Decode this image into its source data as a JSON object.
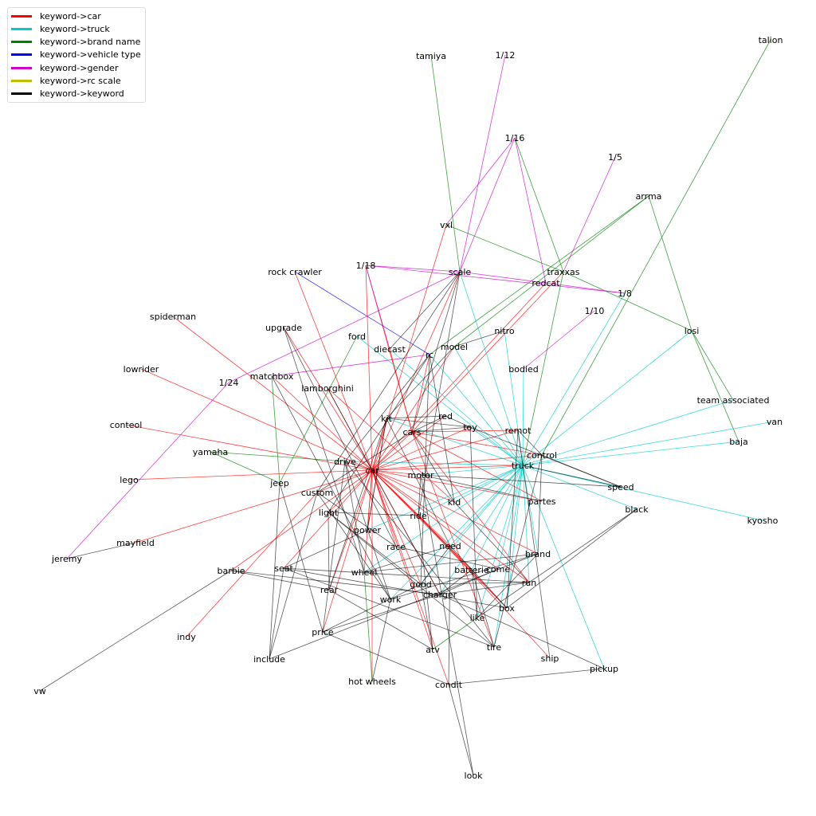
{
  "legend": [
    {
      "key": "car",
      "label": "keyword->car",
      "color": "#ff0000"
    },
    {
      "key": "truck",
      "label": "keyword->truck",
      "color": "#00cccc"
    },
    {
      "key": "brand",
      "label": "keyword->brand name",
      "color": "#008000"
    },
    {
      "key": "vtype",
      "label": "keyword->vehicle type",
      "color": "#0000ff"
    },
    {
      "key": "gender",
      "label": "keyword->gender",
      "color": "#cc00cc"
    },
    {
      "key": "scale",
      "label": "keyword->rc scale",
      "color": "#bfbf00"
    },
    {
      "key": "kw",
      "label": "keyword->keyword",
      "color": "#000000"
    }
  ],
  "nodes": [
    "car",
    "truck",
    "cars",
    "kit",
    "red",
    "toy",
    "remot",
    "control",
    "drive",
    "motor",
    "custom",
    "jeep",
    "light",
    "kid",
    "ride",
    "power",
    "race",
    "need",
    "brand",
    "wheel",
    "batterie",
    "come",
    "run",
    "good",
    "charger",
    "work",
    "rear",
    "seat",
    "barbie",
    "box",
    "like",
    "price",
    "tire",
    "atv",
    "ship",
    "include",
    "hot wheels",
    "condit",
    "pickup",
    "look",
    "vw",
    "indy",
    "mayfield",
    "jeremy",
    "lego",
    "conteol",
    "yamaha",
    "lowrider",
    "spiderman",
    "1/24",
    "matchbox",
    "lamborghini",
    "upgrade",
    "ford",
    "diecast",
    "rc",
    "model",
    "rock crawler",
    "1/18",
    "scale",
    "vxl",
    "tamiya",
    "1/12",
    "1/16",
    "1/5",
    "arrma",
    "talion",
    "traxxas",
    "redcat",
    "1/8",
    "1/10",
    "nitro",
    "bodied",
    "losi",
    "team associated",
    "van",
    "baja",
    "speed",
    "black",
    "partes",
    "kyosho"
  ],
  "edges": [
    [
      "rock crawler",
      "car",
      "car"
    ],
    [
      "spiderman",
      "car",
      "car"
    ],
    [
      "lowrider",
      "car",
      "car"
    ],
    [
      "conteol",
      "car",
      "car"
    ],
    [
      "lego",
      "car",
      "car"
    ],
    [
      "mayfield",
      "car",
      "car"
    ],
    [
      "indy",
      "custom",
      "car"
    ],
    [
      "1/18",
      "car",
      "car"
    ],
    [
      "vxl",
      "car",
      "car"
    ],
    [
      "redcat",
      "car",
      "car"
    ],
    [
      "traxxas",
      "cars",
      "car"
    ],
    [
      "model",
      "car",
      "car"
    ],
    [
      "matchbox",
      "car",
      "car"
    ],
    [
      "lamborghini",
      "car",
      "car"
    ],
    [
      "barbie",
      "car",
      "car"
    ],
    [
      "kit",
      "car",
      "car"
    ],
    [
      "cars",
      "car",
      "car"
    ],
    [
      "red",
      "car",
      "car"
    ],
    [
      "toy",
      "car",
      "car"
    ],
    [
      "remot",
      "car",
      "car"
    ],
    [
      "drive",
      "car",
      "car"
    ],
    [
      "motor",
      "car",
      "car"
    ],
    [
      "custom",
      "car",
      "car"
    ],
    [
      "light",
      "car",
      "car"
    ],
    [
      "kid",
      "car",
      "car"
    ],
    [
      "ride",
      "car",
      "car"
    ],
    [
      "power",
      "car",
      "car"
    ],
    [
      "race",
      "car",
      "car"
    ],
    [
      "need",
      "car",
      "car"
    ],
    [
      "wheel",
      "car",
      "car"
    ],
    [
      "batterie",
      "car",
      "car"
    ],
    [
      "run",
      "car",
      "car"
    ],
    [
      "rear",
      "car",
      "car"
    ],
    [
      "price",
      "car",
      "car"
    ],
    [
      "atv",
      "car",
      "car"
    ],
    [
      "condit",
      "car",
      "car"
    ],
    [
      "box",
      "car",
      "car"
    ],
    [
      "ship",
      "ride",
      "car"
    ],
    [
      "come",
      "car",
      "car"
    ],
    [
      "partes",
      "car",
      "car"
    ],
    [
      "hot wheels",
      "car",
      "car"
    ],
    [
      "control",
      "car",
      "car"
    ],
    [
      "truck",
      "car",
      "car"
    ],
    [
      "brand",
      "car",
      "car"
    ],
    [
      "scale",
      "car",
      "car"
    ],
    [
      "1/18",
      "cars",
      "car"
    ],
    [
      "cars",
      "control",
      "car"
    ],
    [
      "cars",
      "partes",
      "car"
    ],
    [
      "cars",
      "run",
      "car"
    ],
    [
      "cars",
      "tire",
      "car"
    ],
    [
      "kit",
      "power",
      "car"
    ],
    [
      "diecast",
      "cars",
      "car"
    ],
    [
      "rc",
      "cars",
      "car"
    ],
    [
      "cars",
      "remot",
      "car"
    ],
    [
      "ride",
      "box",
      "car"
    ],
    [
      "ride",
      "batterie",
      "car"
    ],
    [
      "lamborghini",
      "kid",
      "car"
    ],
    [
      "upgrade",
      "car",
      "car"
    ],
    [
      "seat",
      "car",
      "car"
    ],
    [
      "good",
      "car",
      "car"
    ],
    [
      "charger",
      "car",
      "car"
    ],
    [
      "truck",
      "losi",
      "truck"
    ],
    [
      "truck",
      "team associated",
      "truck"
    ],
    [
      "truck",
      "van",
      "truck"
    ],
    [
      "truck",
      "baja",
      "truck"
    ],
    [
      "truck",
      "kyosho",
      "truck"
    ],
    [
      "truck",
      "1/8",
      "truck"
    ],
    [
      "truck",
      "speed",
      "truck"
    ],
    [
      "truck",
      "black",
      "truck"
    ],
    [
      "truck",
      "pickup",
      "truck"
    ],
    [
      "truck",
      "scale",
      "truck"
    ],
    [
      "truck",
      "diecast",
      "truck"
    ],
    [
      "truck",
      "nitro",
      "truck"
    ],
    [
      "truck",
      "bodied",
      "truck"
    ],
    [
      "truck",
      "kit",
      "truck"
    ],
    [
      "truck",
      "toy",
      "truck"
    ],
    [
      "truck",
      "ride",
      "truck"
    ],
    [
      "truck",
      "need",
      "truck"
    ],
    [
      "truck",
      "kid",
      "truck"
    ],
    [
      "truck",
      "power",
      "truck"
    ],
    [
      "truck",
      "wheel",
      "truck"
    ],
    [
      "truck",
      "work",
      "truck"
    ],
    [
      "truck",
      "good",
      "truck"
    ],
    [
      "truck",
      "charger",
      "truck"
    ],
    [
      "truck",
      "like",
      "truck"
    ],
    [
      "truck",
      "box",
      "truck"
    ],
    [
      "truck",
      "tire",
      "truck"
    ],
    [
      "truck",
      "come",
      "truck"
    ],
    [
      "truck",
      "batterie",
      "truck"
    ],
    [
      "truck",
      "remot",
      "truck"
    ],
    [
      "truck",
      "drive",
      "truck"
    ],
    [
      "truck",
      "rc",
      "truck"
    ],
    [
      "truck",
      "motor",
      "truck"
    ],
    [
      "truck",
      "run",
      "truck"
    ],
    [
      "truck",
      "brand",
      "truck"
    ],
    [
      "ford",
      "truck",
      "truck"
    ],
    [
      "model",
      "truck",
      "truck"
    ],
    [
      "tamiya",
      "scale",
      "brand"
    ],
    [
      "talion",
      "control",
      "brand"
    ],
    [
      "arrma",
      "losi",
      "brand"
    ],
    [
      "arrma",
      "model",
      "brand"
    ],
    [
      "arrma",
      "rc",
      "brand"
    ],
    [
      "traxxas",
      "1/16",
      "brand"
    ],
    [
      "traxxas",
      "losi",
      "brand"
    ],
    [
      "vxl",
      "traxxas",
      "brand"
    ],
    [
      "traxxas",
      "truck",
      "brand"
    ],
    [
      "losi",
      "team associated",
      "brand"
    ],
    [
      "losi",
      "baja",
      "brand"
    ],
    [
      "ford",
      "jeep",
      "brand"
    ],
    [
      "yamaha",
      "drive",
      "brand"
    ],
    [
      "yamaha",
      "jeep",
      "brand"
    ],
    [
      "hot wheels",
      "wheel",
      "brand"
    ],
    [
      "atv",
      "like",
      "brand"
    ],
    [
      "matchbox",
      "jeep",
      "brand"
    ],
    [
      "rock crawler",
      "rc",
      "vtype"
    ],
    [
      "1/12",
      "scale",
      "gender"
    ],
    [
      "1/16",
      "scale",
      "gender"
    ],
    [
      "1/16",
      "vxl",
      "gender"
    ],
    [
      "1/5",
      "traxxas",
      "gender"
    ],
    [
      "1/18",
      "scale",
      "gender"
    ],
    [
      "1/18",
      "diecast",
      "gender"
    ],
    [
      "1/18",
      "1/8",
      "gender"
    ],
    [
      "scale",
      "1/24",
      "gender"
    ],
    [
      "1/24",
      "jeremy",
      "gender"
    ],
    [
      "1/10",
      "bodied",
      "gender"
    ],
    [
      "scale",
      "1/8",
      "gender"
    ],
    [
      "matchbox",
      "rc",
      "gender"
    ],
    [
      "1/16",
      "redcat",
      "gender"
    ],
    [
      "jeremy",
      "mayfield",
      "kw"
    ],
    [
      "vw",
      "barbie",
      "kw"
    ],
    [
      "barbie",
      "charger",
      "kw"
    ],
    [
      "barbie",
      "rear",
      "kw"
    ],
    [
      "seat",
      "run",
      "kw"
    ],
    [
      "seat",
      "box",
      "kw"
    ],
    [
      "include",
      "custom",
      "kw"
    ],
    [
      "include",
      "seat",
      "kw"
    ],
    [
      "include",
      "brand",
      "kw"
    ],
    [
      "price",
      "drive",
      "kw"
    ],
    [
      "price",
      "charger",
      "kw"
    ],
    [
      "price",
      "good",
      "kw"
    ],
    [
      "condit",
      "look",
      "kw"
    ],
    [
      "condit",
      "pickup",
      "kw"
    ],
    [
      "condit",
      "price",
      "kw"
    ],
    [
      "condit",
      "need",
      "kw"
    ],
    [
      "look",
      "motor",
      "kw"
    ],
    [
      "tire",
      "light",
      "kw"
    ],
    [
      "tire",
      "batterie",
      "kw"
    ],
    [
      "atv",
      "ride",
      "kw"
    ],
    [
      "atv",
      "good",
      "kw"
    ],
    [
      "like",
      "toy",
      "kw"
    ],
    [
      "like",
      "brand",
      "kw"
    ],
    [
      "box",
      "remot",
      "kw"
    ],
    [
      "box",
      "black",
      "kw"
    ],
    [
      "box",
      "need",
      "kw"
    ],
    [
      "pickup",
      "charger",
      "kw"
    ],
    [
      "run",
      "good",
      "kw"
    ],
    [
      "run",
      "kid",
      "kw"
    ],
    [
      "run",
      "charger",
      "kw"
    ],
    [
      "brand",
      "wheel",
      "kw"
    ],
    [
      "brand",
      "work",
      "kw"
    ],
    [
      "brand",
      "control",
      "kw"
    ],
    [
      "come",
      "charger",
      "kw"
    ],
    [
      "come",
      "race",
      "kw"
    ],
    [
      "good",
      "light",
      "kw"
    ],
    [
      "good",
      "need",
      "kw"
    ],
    [
      "work",
      "custom",
      "kw"
    ],
    [
      "work",
      "drive",
      "kw"
    ],
    [
      "rear",
      "light",
      "kw"
    ],
    [
      "rear",
      "kit",
      "kw"
    ],
    [
      "wheel",
      "drive",
      "kw"
    ],
    [
      "wheel",
      "need",
      "kw"
    ],
    [
      "race",
      "custom",
      "kw"
    ],
    [
      "race",
      "upgrade",
      "kw"
    ],
    [
      "power",
      "kit",
      "kw"
    ],
    [
      "power",
      "seat",
      "kw"
    ],
    [
      "ride",
      "motor",
      "kw"
    ],
    [
      "ride",
      "light",
      "kw"
    ],
    [
      "need",
      "kit",
      "kw"
    ],
    [
      "kid",
      "cars",
      "kw"
    ],
    [
      "kid",
      "rc",
      "kw"
    ],
    [
      "motor",
      "speed",
      "kw"
    ],
    [
      "motor",
      "partes",
      "kw"
    ],
    [
      "custom",
      "cars",
      "kw"
    ],
    [
      "custom",
      "scale",
      "kw"
    ],
    [
      "jeep",
      "price",
      "kw"
    ],
    [
      "jeep",
      "include",
      "kw"
    ],
    [
      "drive",
      "rc",
      "kw"
    ],
    [
      "kit",
      "red",
      "kw"
    ],
    [
      "cars",
      "red",
      "kw"
    ],
    [
      "cars",
      "toy",
      "kw"
    ],
    [
      "kit",
      "toy",
      "kw"
    ],
    [
      "red",
      "toy",
      "kw"
    ],
    [
      "toy",
      "speed",
      "kw"
    ],
    [
      "remot",
      "control",
      "kw"
    ],
    [
      "remot",
      "ship",
      "kw"
    ],
    [
      "control",
      "speed",
      "kw"
    ],
    [
      "control",
      "tire",
      "kw"
    ],
    [
      "truck",
      "speed",
      "kw"
    ],
    [
      "black",
      "like",
      "kw"
    ],
    [
      "upgrade",
      "wheel",
      "kw"
    ],
    [
      "lamborghini",
      "charger",
      "kw"
    ],
    [
      "scale",
      "cars",
      "kw"
    ],
    [
      "scale",
      "diecast",
      "kw"
    ],
    [
      "scale",
      "ride",
      "kw"
    ],
    [
      "model",
      "nitro",
      "kw"
    ],
    [
      "model",
      "kit",
      "kw"
    ],
    [
      "rc",
      "light",
      "kw"
    ],
    [
      "rc",
      "good",
      "kw"
    ],
    [
      "batterie",
      "like",
      "kw"
    ],
    [
      "batterie",
      "charger",
      "kw"
    ],
    [
      "hot wheels",
      "work",
      "kw"
    ],
    [
      "matchbox",
      "work",
      "kw"
    ],
    [
      "rear",
      "atv",
      "kw"
    ],
    [
      "seat",
      "tire",
      "kw"
    ],
    [
      "drive",
      "tire",
      "kw"
    ]
  ]
}
